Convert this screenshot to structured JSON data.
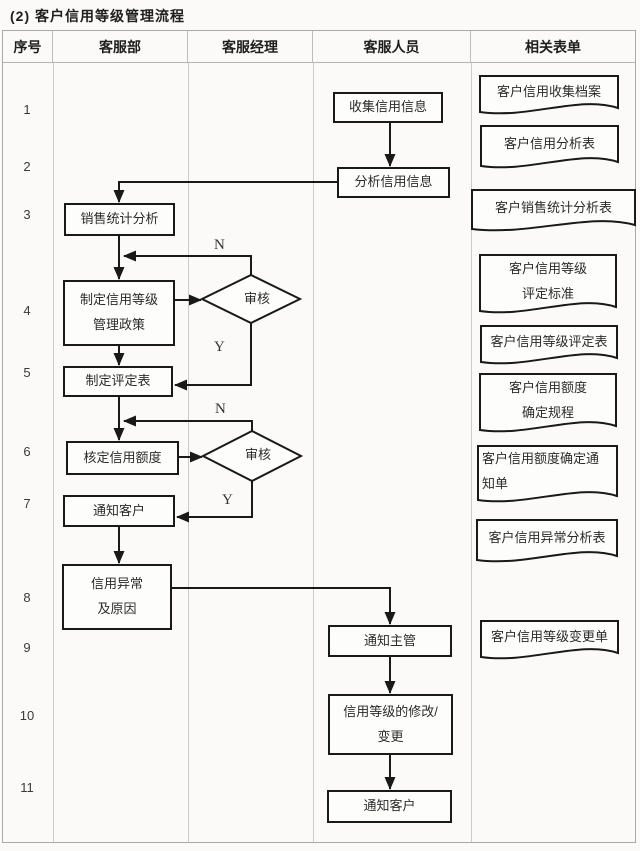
{
  "title": "(2) 客户信用等级管理流程",
  "table": {
    "headers": [
      "序号",
      "客服部",
      "客服经理",
      "客服人员",
      "相关表单"
    ],
    "row_numbers": [
      "1",
      "2",
      "3",
      "4",
      "5",
      "6",
      "7",
      "8",
      "9",
      "10",
      "11"
    ]
  },
  "flowchart": {
    "boxes": {
      "collect": "收集信用信息",
      "analyze": "分析信用信息",
      "sales_stat": "销售统计分析",
      "policy": "制定信用等级\n管理政策",
      "eval_table": "制定评定表",
      "credit_limit": "核定信用额度",
      "notify_customer_1": "通知客户",
      "anomaly": "信用异常\n及原因",
      "notify_supervisor": "通知主管",
      "modify": "信用等级的修改/\n变更",
      "notify_customer_2": "通知客户"
    },
    "decisions": {
      "review_1": "审核",
      "review_2": "审核"
    },
    "branch_labels": {
      "n1": "N",
      "y1": "Y",
      "n2": "N",
      "y2": "Y"
    }
  },
  "documents": [
    "客户信用收集档案",
    "客户信用分析表",
    "客户销售统计分析表",
    "客户信用等级\n评定标准",
    "客户信用等级评定表",
    "客户信用额度\n确定规程",
    "客户信用额度确定通\n知单",
    "客户信用异常分析表",
    "客户信用等级变更单"
  ],
  "colors": {
    "line": "#191919",
    "table_border": "#a9a9a9",
    "background": "#fbfaf8",
    "text": "#2b2b2b"
  }
}
